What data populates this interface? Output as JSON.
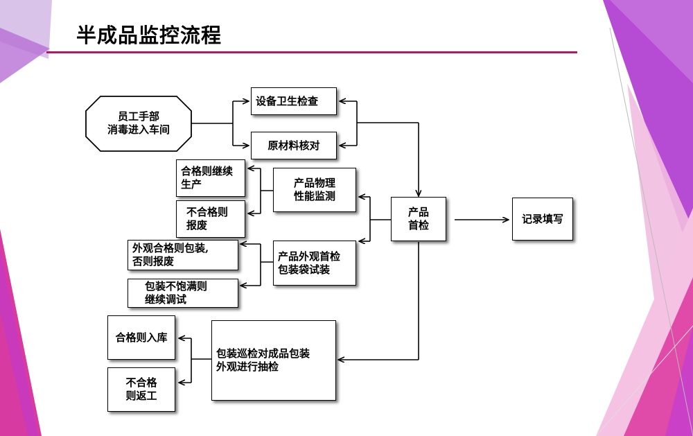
{
  "title": "半成品监控流程",
  "colors": {
    "accent": "#b0196a",
    "magenta": "#e03fa8",
    "purple": "#9b3dc8",
    "pink": "#f4b6dc"
  },
  "nodes": {
    "start": "员工手部\n消毒进入车间",
    "equipment": "设备卫生检查",
    "material": "原材料核对",
    "physical": "产品物理\n性能监测",
    "pass_continue": "合格则继续\n生产",
    "fail_scrap": "不合格则\n报废",
    "appearance": "产品外观首检\n包装袋试装",
    "appearance_ok": "外观合格则包装,\n否则报废",
    "pack_adjust": "包装不饱满则\n继续调试",
    "first_check": "产品\n首检",
    "record": "记录填写",
    "sampling": "包装巡检对成品包装\n外观进行抽检",
    "storage": "合格则入库",
    "rework": "不合格\n则返工"
  }
}
